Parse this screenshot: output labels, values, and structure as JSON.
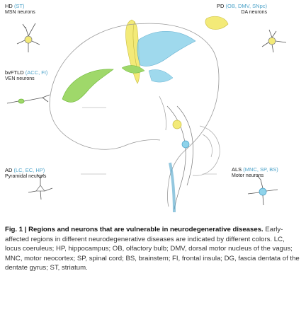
{
  "colors": {
    "green_region": "#9fd86a",
    "green_dark": "#6fb83a",
    "cyan_region": "#8fd3ea",
    "cyan_dark": "#4da3c9",
    "yellow_region": "#f3ea78",
    "neuron_outline": "#555555",
    "brain_outline": "#9a9a9a"
  },
  "labels": {
    "hd": {
      "abbr": "HD",
      "regions": "(ST)",
      "neurons": "MSN neurons"
    },
    "pd": {
      "abbr": "PD",
      "regions": "(OB, DMV, SNpc)",
      "neurons": "DA neurons"
    },
    "bvftd": {
      "abbr": "bvFTLD",
      "regions": "(ACC, FI)",
      "neurons": "VEN neurons"
    },
    "ad": {
      "abbr": "AD",
      "regions": "(LC, EC, HP)",
      "neurons": "Pyramidal neurons"
    },
    "als": {
      "abbr": "ALS",
      "regions": "(MNC, SP, BS)",
      "neurons": "Motor neurons"
    }
  },
  "caption": {
    "figure_label": "Fig. 1 |",
    "title": "Regions and neurons that are vulnerable in neurodegenerative diseases.",
    "body": "Early-affected regions in different neurodegenerative diseases are indicated by different colors. LC, locus coeruleus; HP, hippocampus; OB, olfactory bulb; DMV, dorsal motor nucleus of the vagus; MNC, motor neocortex; SP, spinal cord; BS, brainstem; FI, frontal insula; DG, fascia dentata of the dentate gyrus; ST, striatum."
  }
}
